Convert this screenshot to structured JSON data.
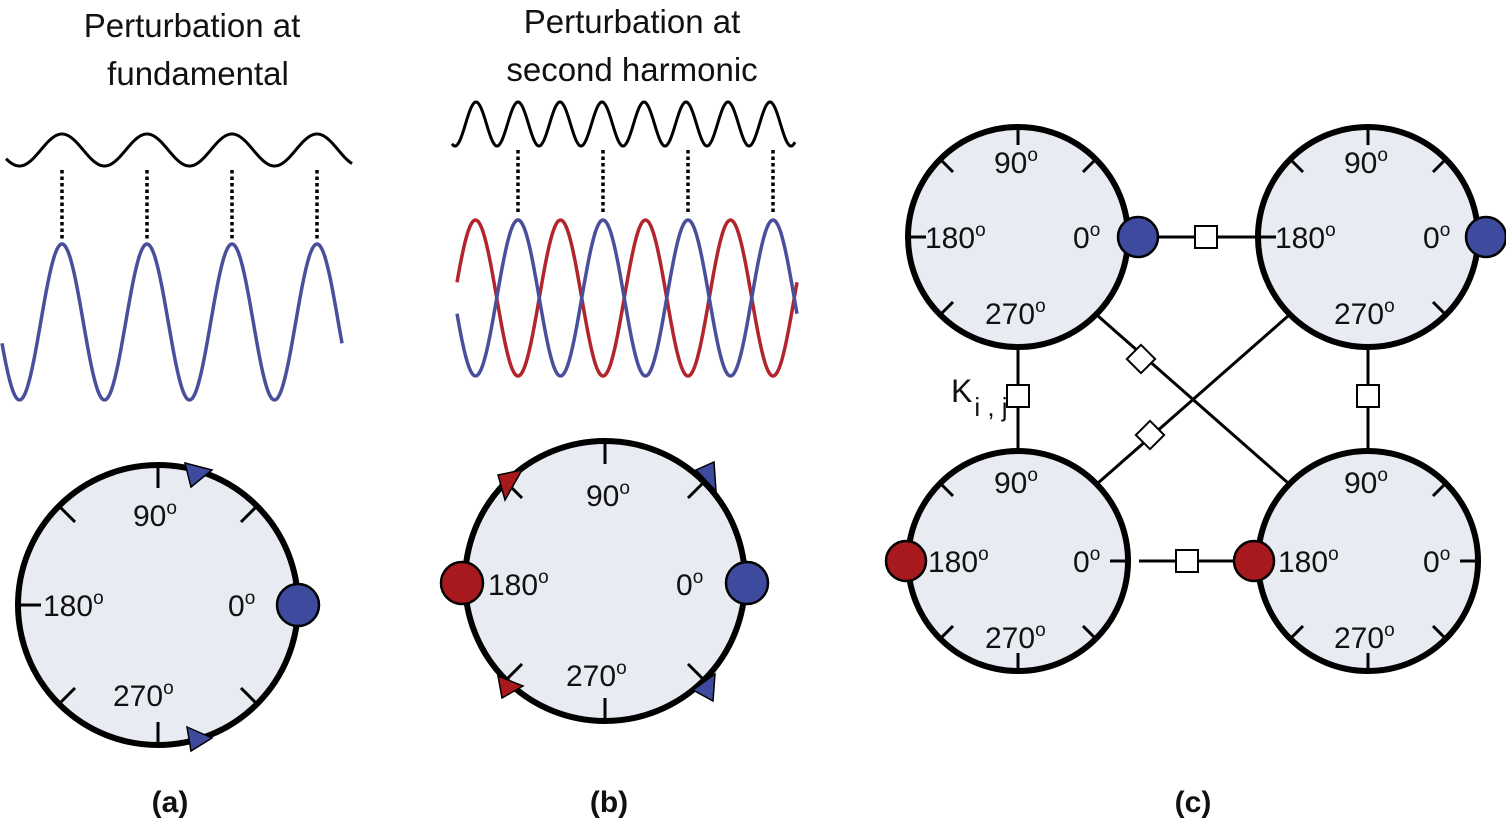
{
  "panel_a": {
    "title_line1": "Perturbation at",
    "title_line2": "fundamental",
    "label": "(a)",
    "angles": {
      "a90": "90",
      "a180": "180",
      "a0": "0",
      "a270": "270",
      "sup": "o"
    }
  },
  "panel_b": {
    "title_line1": "Perturbation at",
    "title_line2": "second harmonic",
    "label": "(b)",
    "angles": {
      "a90": "90",
      "a180": "180",
      "a0": "0",
      "a270": "270",
      "sup": "o"
    }
  },
  "panel_c": {
    "label": "(c)",
    "coupling_label": "K",
    "coupling_subscript": "i , j",
    "angles": {
      "a90": "90",
      "a180": "180",
      "a0": "0",
      "a270": "270",
      "sup": "o"
    }
  },
  "colors": {
    "blue": "#3e4a9d",
    "red": "#a8191e",
    "ring_fill": "#e9ebf3",
    "black_wave": "#000000",
    "blue_wave": "#4a4f9c",
    "red_wave": "#b2252b"
  }
}
